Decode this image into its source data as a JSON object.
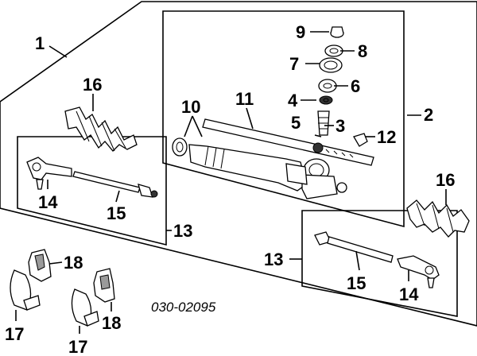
{
  "diagram_code": "030-02095",
  "callouts": {
    "assembly": "1",
    "gear_box": "2",
    "rack_guide": "3",
    "spring": "4",
    "pinion": "5",
    "seal_6": "6",
    "screw": "7",
    "nut": "8",
    "cap": "9",
    "bushings": "10",
    "rack": "11",
    "plug": "12",
    "tie_rod_left": "13",
    "tie_rod_right": "13",
    "end_left": "14",
    "end_right": "14",
    "rod_left": "15",
    "rod_right": "15",
    "boot_left": "16",
    "boot_right": "16",
    "clamp_a": "17",
    "clamp_b": "17",
    "grommet_a": "18",
    "grommet_b": "18"
  }
}
